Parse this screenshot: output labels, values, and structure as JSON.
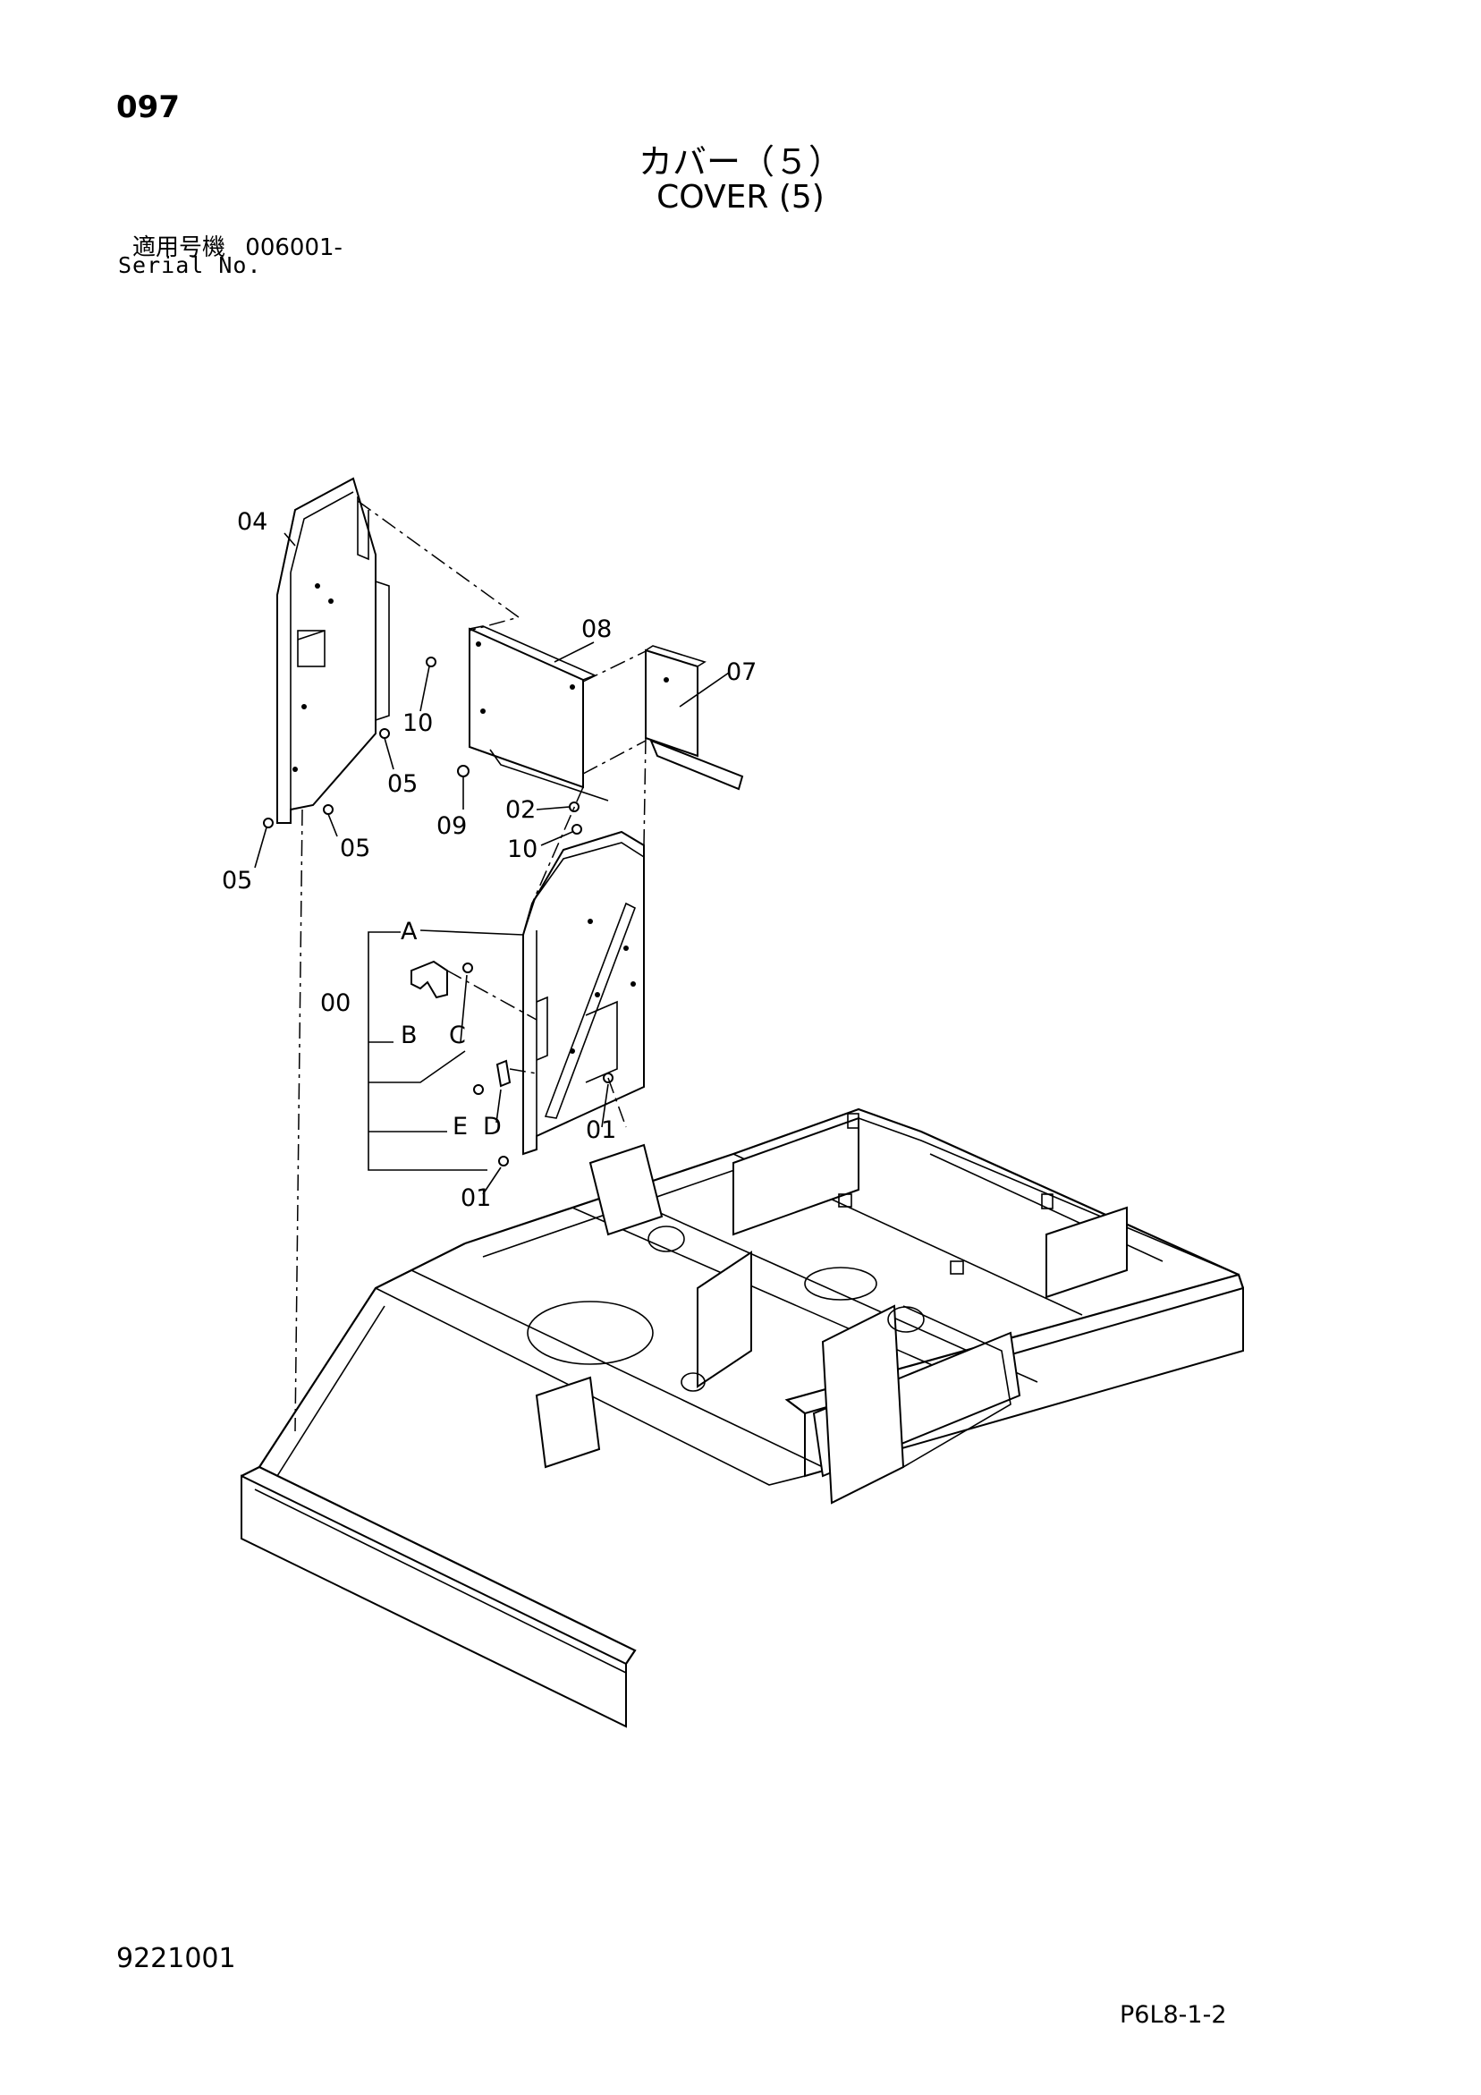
{
  "header": {
    "page_number": "097",
    "title_jp": "カバー（５）",
    "title_en": "COVER (5)",
    "serial_label_jp": "適用号機",
    "serial_value": "006001-",
    "serial_label_en": "Serial No."
  },
  "callouts": {
    "c04": "04",
    "c08": "08",
    "c07": "07",
    "c10a": "10",
    "c05a": "05",
    "c05b": "05",
    "c05c": "05",
    "c09": "09",
    "c02": "02",
    "c10b": "10",
    "cA": "A",
    "c00": "00",
    "cB": "B",
    "cC": "C",
    "cE": "E",
    "cD": "D",
    "c01a": "01",
    "c01b": "01"
  },
  "footer": {
    "doc_id": "9221001",
    "page_ref": "P6L8-1-2"
  }
}
